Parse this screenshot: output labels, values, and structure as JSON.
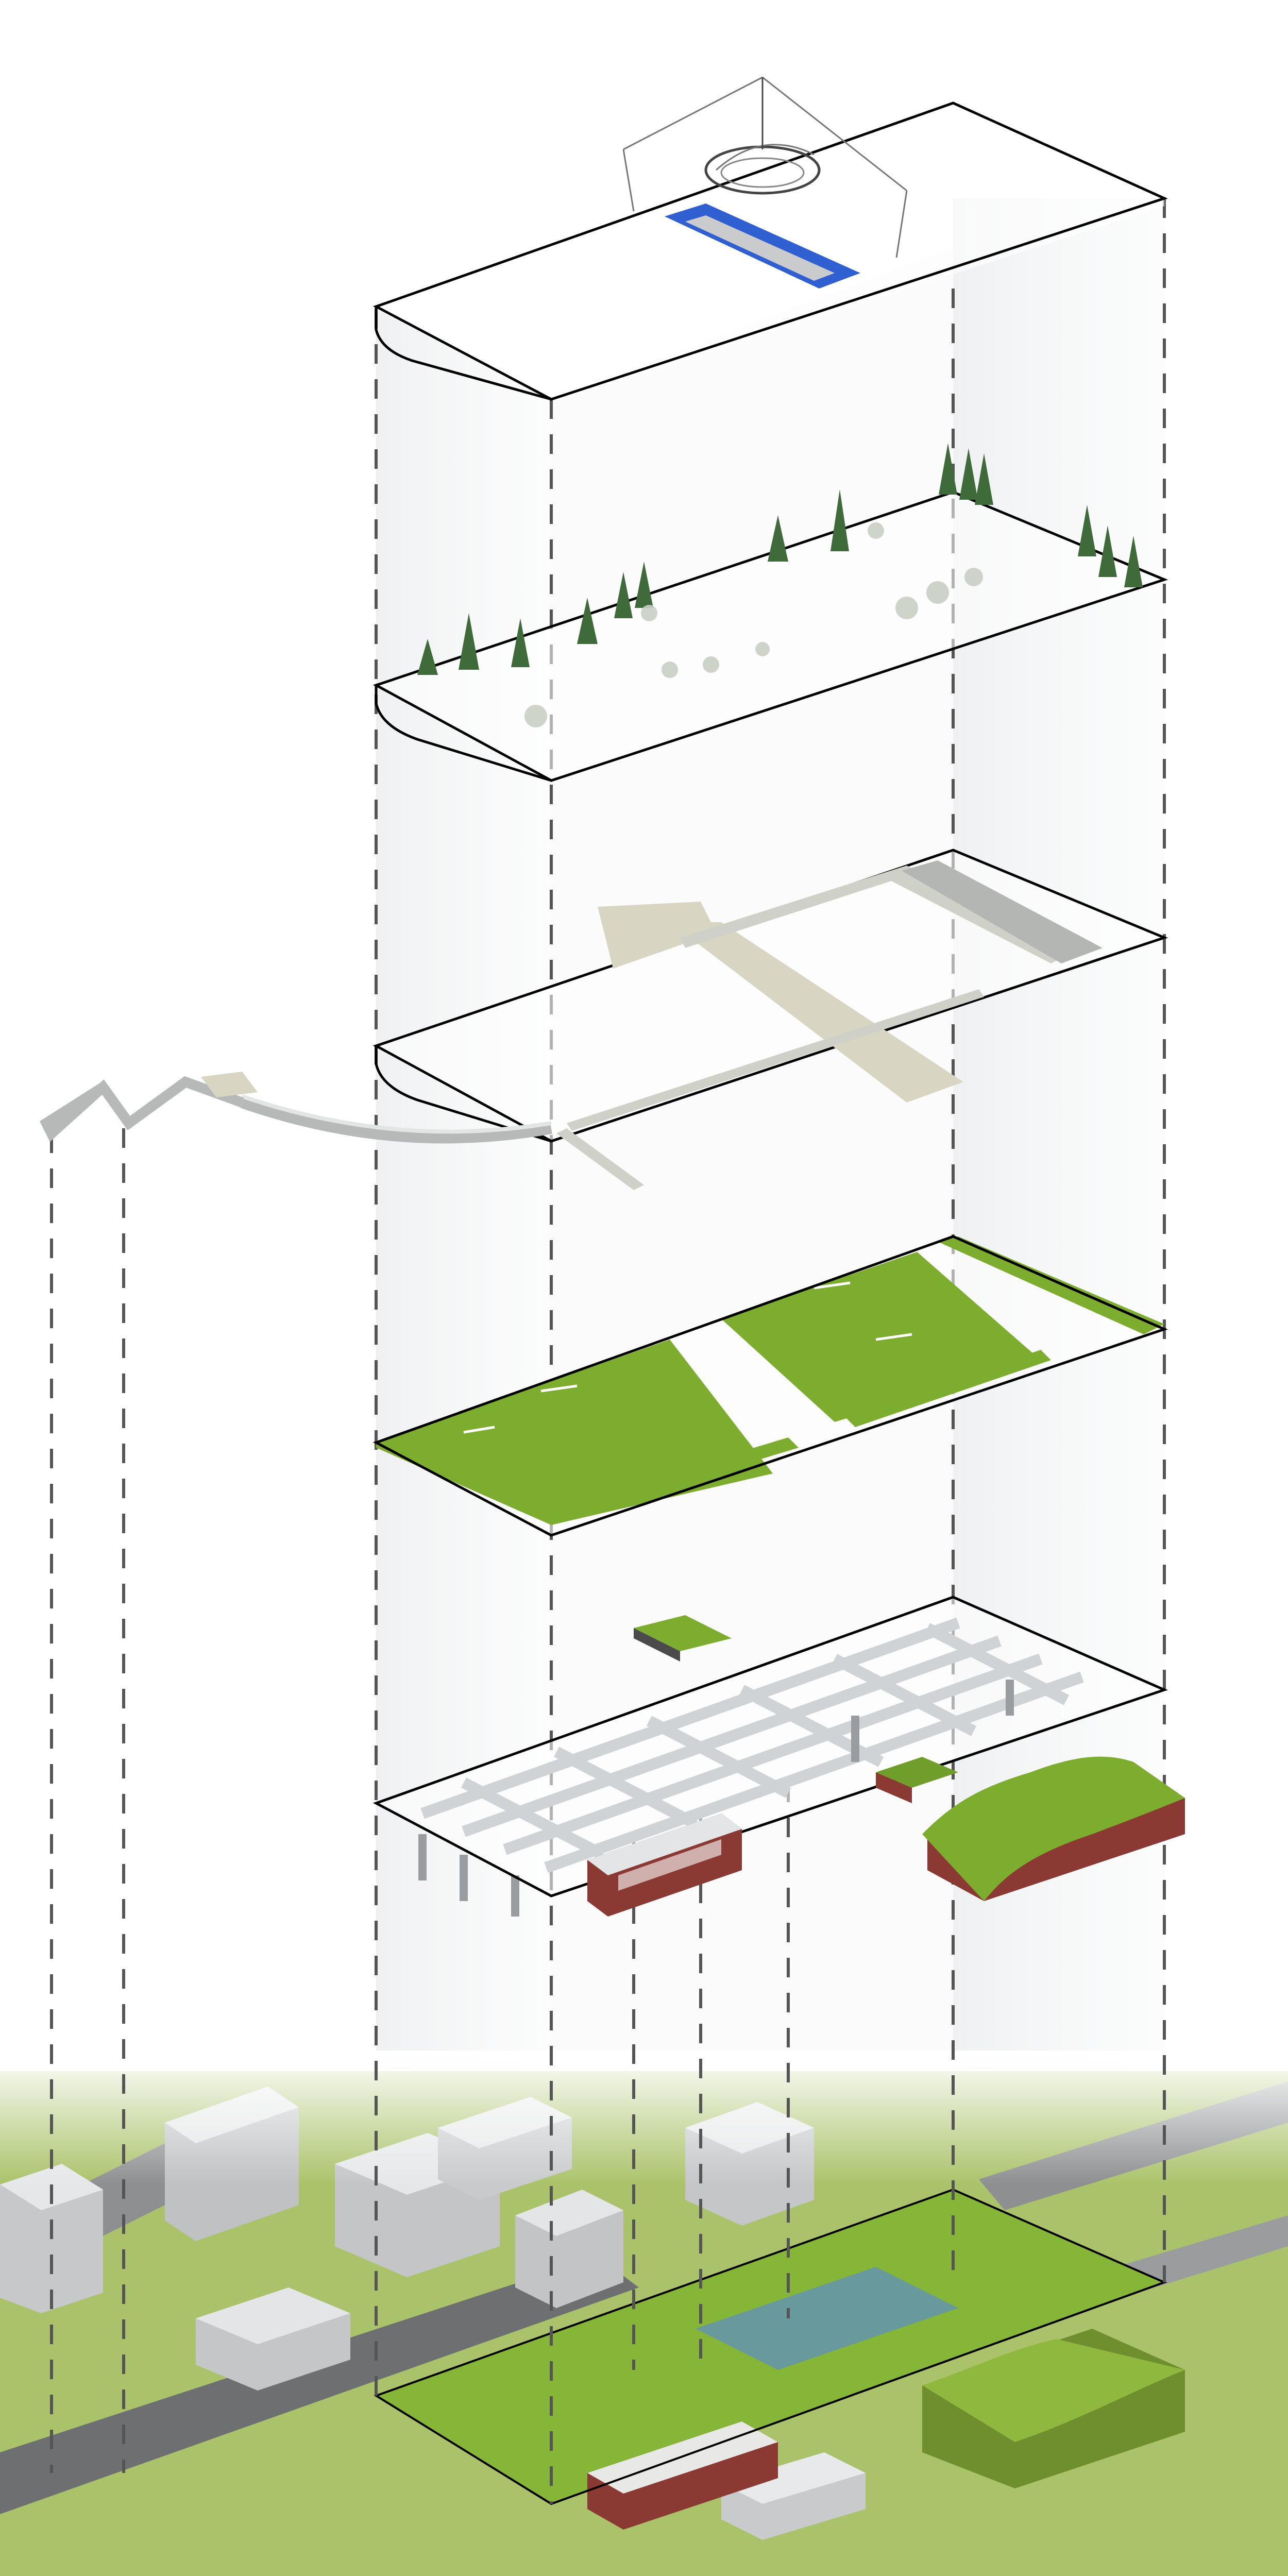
{
  "diagram": {
    "layers": [
      {
        "id": "art-installation-layer"
      },
      {
        "id": "trees-layer"
      },
      {
        "id": "pathways-layer"
      },
      {
        "id": "grass-layer"
      },
      {
        "id": "structure-layer"
      },
      {
        "id": "context-site"
      }
    ]
  },
  "colors": {
    "outline": "#000000",
    "dash": "#555555",
    "grass": "#7cad2e",
    "grass_dark": "#5f8f22",
    "water": "#2f5fd0",
    "path": "#d8d6c2",
    "structure": "#cfd3d6",
    "building": "#c9cbcc",
    "brick": "#8a3a33",
    "tree": "#3f6a3a",
    "road": "#8d8f91"
  }
}
